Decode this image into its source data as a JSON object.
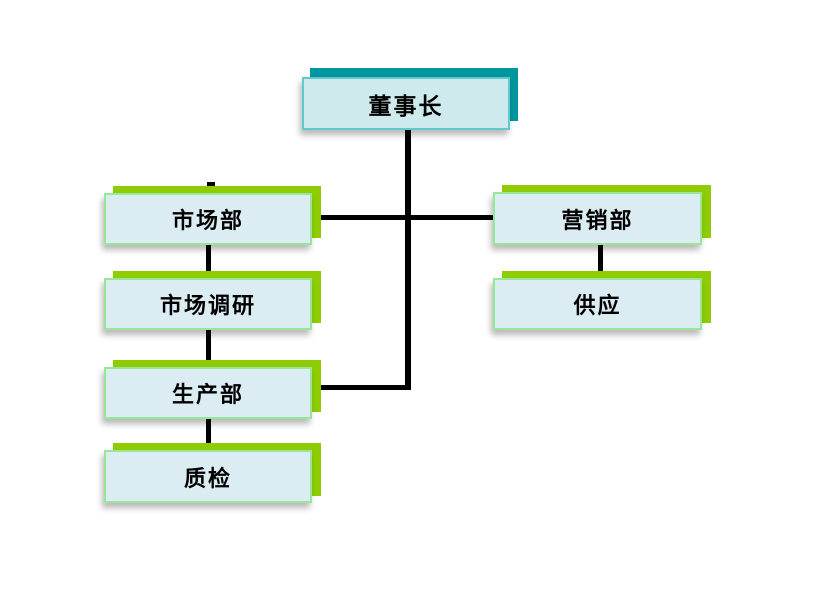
{
  "diagram": {
    "type": "org-chart",
    "nodes": {
      "chairman": {
        "label": "董事长"
      },
      "marketing": {
        "label": "市场部"
      },
      "research": {
        "label": "市场调研"
      },
      "production": {
        "label": "生产部"
      },
      "quality": {
        "label": "质检"
      },
      "sales": {
        "label": "营销部"
      },
      "supply": {
        "label": "供应"
      }
    },
    "edges": [
      {
        "from": "董事长",
        "to": "市场部"
      },
      {
        "from": "董事长",
        "to": "营销部"
      },
      {
        "from": "董事长",
        "to": "生产部"
      },
      {
        "from": "市场部",
        "to": "市场调研"
      },
      {
        "from": "市场调研",
        "to": "生产部"
      },
      {
        "from": "生产部",
        "to": "质检"
      },
      {
        "from": "营销部",
        "to": "供应"
      }
    ],
    "colors": {
      "top_shadow": "#0096A0",
      "top_fill": "#CFEAEC",
      "top_border": "#62C8CE",
      "branch_shadow": "#8FCC03",
      "branch_fill": "#DBEDF2",
      "branch_border": "#98E698",
      "connector": "#000000",
      "text": "#000000",
      "background": "#FFFFFF"
    }
  }
}
